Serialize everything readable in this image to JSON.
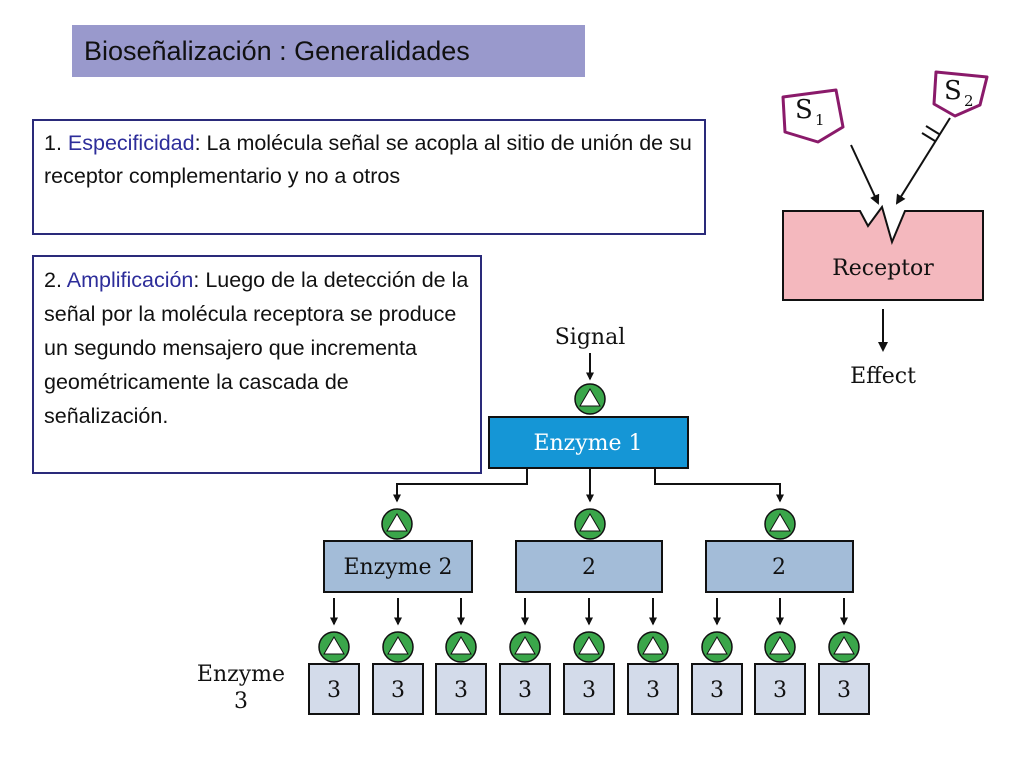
{
  "slide": {
    "title": "Bioseñalización : Generalidades"
  },
  "points": [
    {
      "number": "1.",
      "keyword": "Especificidad",
      "text": ": La molécula señal se acopla al sitio de unión de su receptor complementario y no a otros"
    },
    {
      "number": "2.",
      "keyword": "Amplificación",
      "text": ": Luego de la detección de la señal por la molécula receptora se produce un segundo mensajero que incrementa geométricamente la cascada de señalización."
    }
  ],
  "receptor_diagram": {
    "ligand_1": "S",
    "ligand_1_sub": "1",
    "ligand_2": "S",
    "ligand_2_sub": "2",
    "receptor_label": "Receptor",
    "effect_label": "Effect"
  },
  "cascade": {
    "signal_label": "Signal",
    "enzyme1_label": "Enzyme 1",
    "enzyme2_labels": [
      "Enzyme 2",
      "2",
      "2"
    ],
    "enzyme3_side_label_line1": "Enzyme",
    "enzyme3_side_label_line2": "3",
    "enzyme3_labels": [
      "3",
      "3",
      "3",
      "3",
      "3",
      "3",
      "3",
      "3",
      "3"
    ]
  },
  "colors": {
    "title_bg": "#9999cc",
    "keyword": "#2d2d9a",
    "receptor_fill": "#f4b8be",
    "enzyme1_fill": "#1596d6",
    "enzyme2_fill": "#a3bcd8",
    "enzyme3_fill": "#d3dbea",
    "activator_fill": "#3aa64a"
  }
}
